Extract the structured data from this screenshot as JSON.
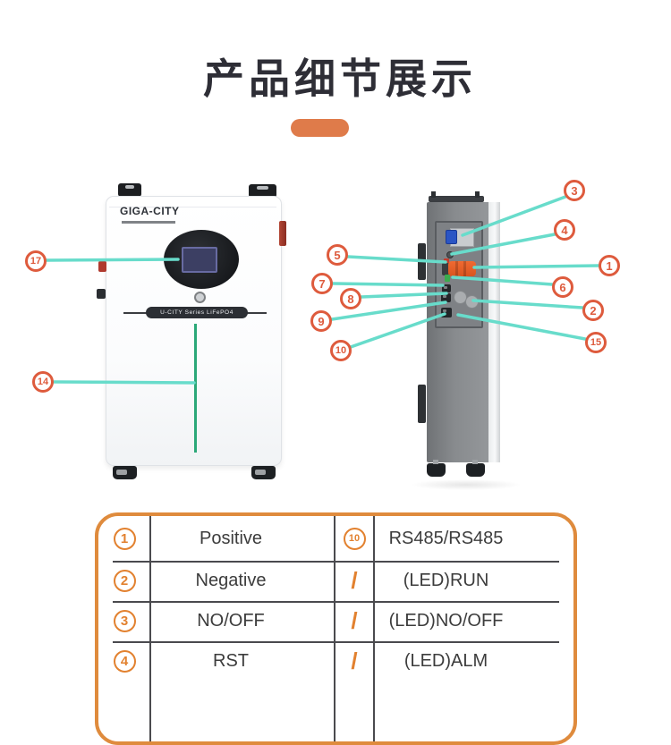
{
  "page": {
    "title": "产品细节展示"
  },
  "colors": {
    "accent_orange": "#df7b4a",
    "callout_red": "#de5b3d",
    "line_teal": "#68dccb",
    "table_border": "#df8b3d",
    "table_number_orange": "#e2812f",
    "led_green": "#2ba878",
    "title_dark": "#2e2e36"
  },
  "front_unit": {
    "brand": "GIGA-CITY",
    "series_label": "U-CITY Series LiFePO4"
  },
  "callouts": {
    "c1": "1",
    "c2": "2",
    "c3": "3",
    "c4": "4",
    "c5": "5",
    "c6": "6",
    "c7": "7",
    "c8": "8",
    "c9": "9",
    "c10": "10",
    "c14": "14",
    "c15": "15",
    "c17": "17"
  },
  "table": {
    "rows": [
      {
        "n1": "1",
        "label1": "Positive",
        "n2": "10",
        "label2": "RS485/RS485"
      },
      {
        "n1": "2",
        "label1": "Negative",
        "n2": "/",
        "label2": "(LED)RUN"
      },
      {
        "n1": "3",
        "label1": "NO/OFF",
        "n2": "/",
        "label2": "(LED)NO/OFF"
      },
      {
        "n1": "4",
        "label1": "RST",
        "n2": "/",
        "label2": "(LED)ALM"
      }
    ]
  }
}
